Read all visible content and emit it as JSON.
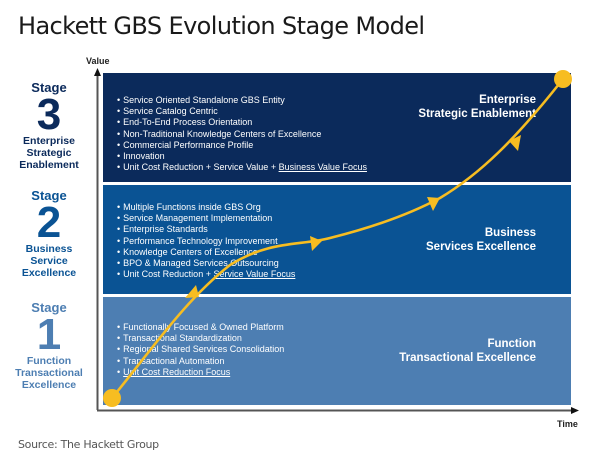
{
  "title": "Hackett GBS Evolution Stage Model",
  "axes": {
    "y_label": "Value",
    "x_label": "Time"
  },
  "colors": {
    "stage3": "#0b2a5b",
    "stage2": "#0a5394",
    "stage1": "#4d7eb2",
    "curve": "#f7bd21"
  },
  "stages": [
    {
      "word": "Stage",
      "number": "3",
      "name_lines": [
        "Enterprise",
        "Strategic",
        "Enablement"
      ],
      "band_title_lines": [
        "Enterprise",
        "Strategic Enablement"
      ],
      "bullets": [
        "Service Oriented Standalone GBS Entity",
        "Service Catalog Centric",
        "End-To-End Process Orientation",
        "Non-Traditional  Knowledge Centers of Excellence",
        "Commercial Performance Profile",
        "Innovation"
      ],
      "last_bullet_prefix": "Unit Cost Reduction + Service Value + ",
      "last_bullet_underlined": "Business Value Focus"
    },
    {
      "word": "Stage",
      "number": "2",
      "name_lines": [
        "Business",
        "Service",
        "Excellence"
      ],
      "band_title_lines": [
        "Business",
        "Services Excellence"
      ],
      "bullets": [
        "Multiple Functions inside GBS Org",
        "Service Management Implementation",
        "Enterprise Standards",
        "Performance Technology Improvement",
        "Knowledge Centers of Excellence",
        "BPO & Managed Services Outsourcing"
      ],
      "last_bullet_prefix": "Unit Cost Reduction + ",
      "last_bullet_underlined": "Service Value Focus"
    },
    {
      "word": "Stage",
      "number": "1",
      "name_lines": [
        "Function",
        "Transactional",
        "Excellence"
      ],
      "band_title_lines": [
        "Function",
        "Transactional Excellence"
      ],
      "bullets": [
        "Functionally Focused & Owned Platform",
        "Transactional Standardization",
        "Regional Shared Services Consolidation",
        "Transactional Automation"
      ],
      "last_bullet_prefix": "",
      "last_bullet_underlined": "Unit Cost Reduction Focus"
    }
  ],
  "source": "Source: The Hackett Group"
}
